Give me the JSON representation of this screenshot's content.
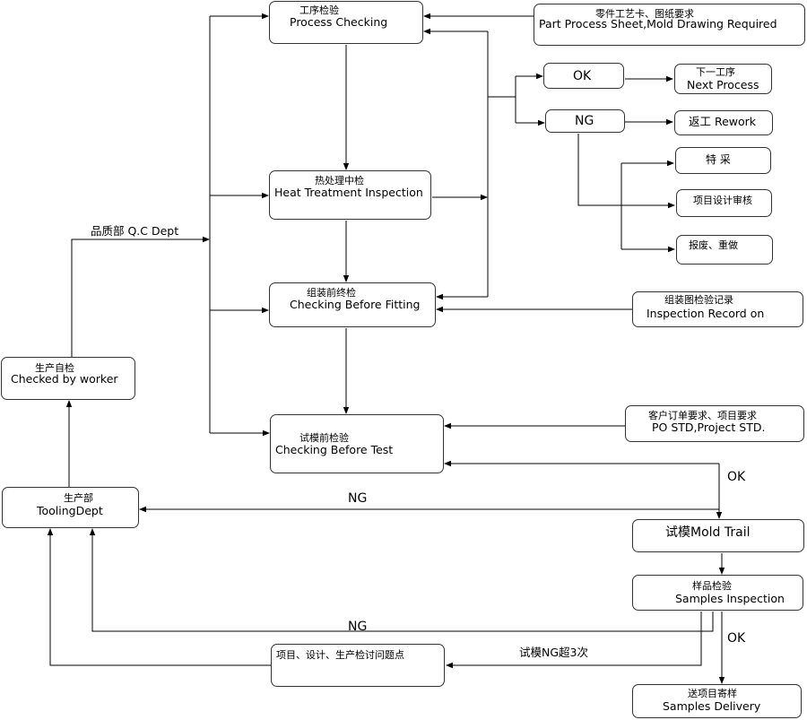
{
  "nodes": {
    "process_checking": {
      "cn": "工序检验",
      "en": "Process Checking"
    },
    "part_sheet": {
      "cn": "零件工艺卡、图纸要求",
      "en": "Part Process Sheet,Mold Drawing Required"
    },
    "ok": {
      "en": "OK"
    },
    "ng": {
      "en": "NG"
    },
    "next_process": {
      "cn": "下一工序",
      "en": "Next Process"
    },
    "rework": {
      "en": "返工 Rework"
    },
    "special": {
      "cn": "特 采"
    },
    "project_review": {
      "cn": "项目设计审核"
    },
    "scrap": {
      "cn": "报废、重做"
    },
    "heat_treatment": {
      "cn": "热处理中检",
      "en": "Heat Treatment Inspection"
    },
    "checking_fitting": {
      "cn": "组装前终检",
      "en": "Checking Before Fitting"
    },
    "inspection_record": {
      "cn": "组装图检验记录",
      "en": "Inspection Record on"
    },
    "checked_worker": {
      "cn": "生产自检",
      "en": "Checked by worker"
    },
    "checking_test": {
      "cn": "试模前检验",
      "en": "Checking Before Test"
    },
    "po_std": {
      "cn": "客户订单要求、项目要求",
      "en": "PO STD,Project STD."
    },
    "tooling_dept": {
      "cn": "生产部",
      "en": "ToolingDept"
    },
    "mold_trail": {
      "en": "试模Mold Trail"
    },
    "samples_inspection": {
      "cn": "样品检验",
      "en": "Samples Inspection"
    },
    "issues": {
      "cn": "项目、设计、生产检讨问题点"
    },
    "samples_delivery": {
      "cn": "送项目寄样",
      "en": "Samples Delivery"
    }
  },
  "edge_labels": {
    "qc_dept": "品质部 Q.C Dept",
    "ng_top": "NG",
    "ok_right": "OK",
    "ng_bottom": "NG",
    "ok_bottom": "OK",
    "trial_ng": "试模NG超3次"
  }
}
